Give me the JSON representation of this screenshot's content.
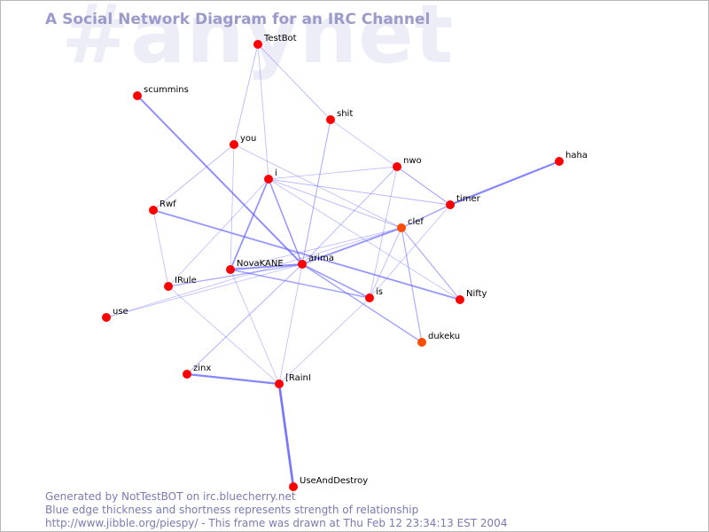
{
  "watermark": "#anynet",
  "title": "A Social Network Diagram for an IRC Channel",
  "footer": {
    "line1": "Generated by NotTestBOT on irc.bluecherry.net",
    "line2": "Blue edge thickness and shortness represents strength of relationship",
    "line3": "http://www.jibble.org/piespy/ - This frame was drawn at Thu Feb 12 23:34:13 EST 2004"
  },
  "colors": {
    "node": "#ff0000",
    "node_warm": "#ff4c00",
    "edge": "#6464ff",
    "label": "#000000"
  },
  "nodes": [
    {
      "id": "TestBot",
      "label": "TestBot"
    },
    {
      "id": "scummins",
      "label": "scummins"
    },
    {
      "id": "shit",
      "label": "shit"
    },
    {
      "id": "you",
      "label": "you"
    },
    {
      "id": "haha",
      "label": "haha"
    },
    {
      "id": "nwo",
      "label": "nwo"
    },
    {
      "id": "i",
      "label": "i"
    },
    {
      "id": "timer",
      "label": "timer"
    },
    {
      "id": "Rwf",
      "label": "Rwf"
    },
    {
      "id": "clef",
      "label": "clef",
      "warm": true
    },
    {
      "id": "arima",
      "label": "arima"
    },
    {
      "id": "NovaKANE",
      "label": "NovaKANE"
    },
    {
      "id": "IRule",
      "label": "IRule"
    },
    {
      "id": "is",
      "label": "is"
    },
    {
      "id": "Nifty",
      "label": "Nifty"
    },
    {
      "id": "use",
      "label": "use"
    },
    {
      "id": "dukeku",
      "label": "dukeku",
      "warm": true
    },
    {
      "id": "zinx",
      "label": "zinx"
    },
    {
      "id": "IRainI",
      "label": "[RainI"
    },
    {
      "id": "UseAndDestroy",
      "label": "UseAndDestroy"
    }
  ],
  "edges": [
    {
      "a": "UseAndDestroy",
      "b": "IRainI",
      "strength": 3
    },
    {
      "a": "IRainI",
      "b": "zinx",
      "strength": 2.5
    },
    {
      "a": "haha",
      "b": "timer",
      "strength": 2.5
    },
    {
      "a": "scummins",
      "b": "arima",
      "strength": 2.2
    },
    {
      "a": "Rwf",
      "b": "Nifty",
      "strength": 2
    },
    {
      "a": "i",
      "b": "NovaKANE",
      "strength": 2
    },
    {
      "a": "i",
      "b": "arima",
      "strength": 1.8
    },
    {
      "a": "NovaKANE",
      "b": "arima",
      "strength": 2.2
    },
    {
      "a": "arima",
      "b": "clef",
      "strength": 2
    },
    {
      "a": "arima",
      "b": "is",
      "strength": 1.8
    },
    {
      "a": "arima",
      "b": "dukeku",
      "strength": 1.6
    },
    {
      "a": "NovaKANE",
      "b": "is",
      "strength": 1.6
    },
    {
      "a": "clef",
      "b": "timer",
      "strength": 1.6
    },
    {
      "a": "arima",
      "b": "IRule",
      "strength": 1.4
    },
    {
      "a": "clef",
      "b": "Nifty",
      "strength": 1.3
    },
    {
      "a": "clef",
      "b": "dukeku",
      "strength": 1.3
    },
    {
      "a": "shit",
      "b": "arima",
      "strength": 1.2
    },
    {
      "a": "arima",
      "b": "zinx",
      "strength": 1.1
    },
    {
      "a": "Rwf",
      "b": "you",
      "strength": 1
    },
    {
      "a": "TestBot",
      "b": "you",
      "strength": 1
    },
    {
      "a": "TestBot",
      "b": "shit",
      "strength": 1
    },
    {
      "a": "TestBot",
      "b": "i",
      "strength": 0.9
    },
    {
      "a": "shit",
      "b": "timer",
      "strength": 0.9
    },
    {
      "a": "i",
      "b": "timer",
      "strength": 1
    },
    {
      "a": "i",
      "b": "nwo",
      "strength": 0.9
    },
    {
      "a": "i",
      "b": "clef",
      "strength": 1
    },
    {
      "a": "you",
      "b": "clef",
      "strength": 0.9
    },
    {
      "a": "you",
      "b": "NovaKANE",
      "strength": 0.8
    },
    {
      "a": "nwo",
      "b": "timer",
      "strength": 0.9
    },
    {
      "a": "nwo",
      "b": "arima",
      "strength": 1
    },
    {
      "a": "nwo",
      "b": "is",
      "strength": 0.9
    },
    {
      "a": "i",
      "b": "IRule",
      "strength": 0.9
    },
    {
      "a": "Rwf",
      "b": "IRule",
      "strength": 0.9
    },
    {
      "a": "IRule",
      "b": "IRainI",
      "strength": 0.8
    },
    {
      "a": "NovaKANE",
      "b": "IRainI",
      "strength": 0.8
    },
    {
      "a": "use",
      "b": "arima",
      "strength": 0.8
    },
    {
      "a": "use",
      "b": "clef",
      "strength": 0.8
    },
    {
      "a": "arima",
      "b": "IRainI",
      "strength": 0.8
    },
    {
      "a": "IRainI",
      "b": "is",
      "strength": 0.8
    },
    {
      "a": "is",
      "b": "clef",
      "strength": 1
    },
    {
      "a": "timer",
      "b": "is",
      "strength": 0.8
    },
    {
      "a": "i",
      "b": "Nifty",
      "strength": 0.8
    },
    {
      "a": "NovaKANE",
      "b": "clef",
      "strength": 0.8
    }
  ]
}
